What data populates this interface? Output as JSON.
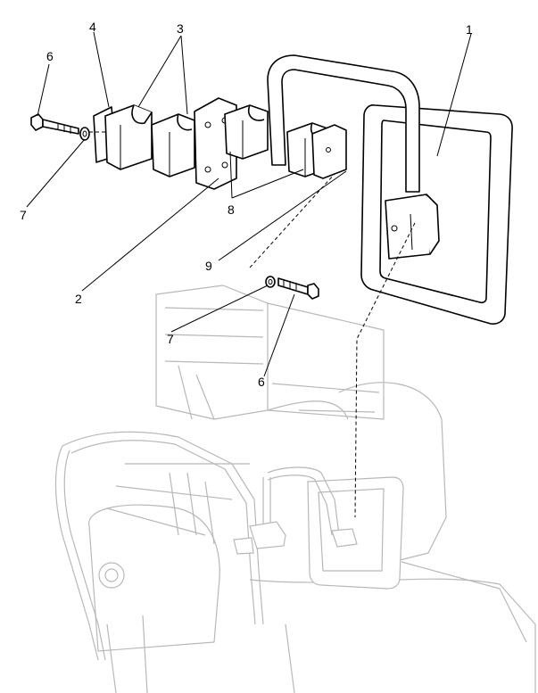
{
  "callouts": {
    "c1": "1",
    "c2": "2",
    "c3": "3",
    "c4": "4",
    "c6_top": "6",
    "c7_top": "7",
    "c8": "8",
    "c9": "9",
    "c7_bottom": "7",
    "c6_bottom": "6"
  }
}
